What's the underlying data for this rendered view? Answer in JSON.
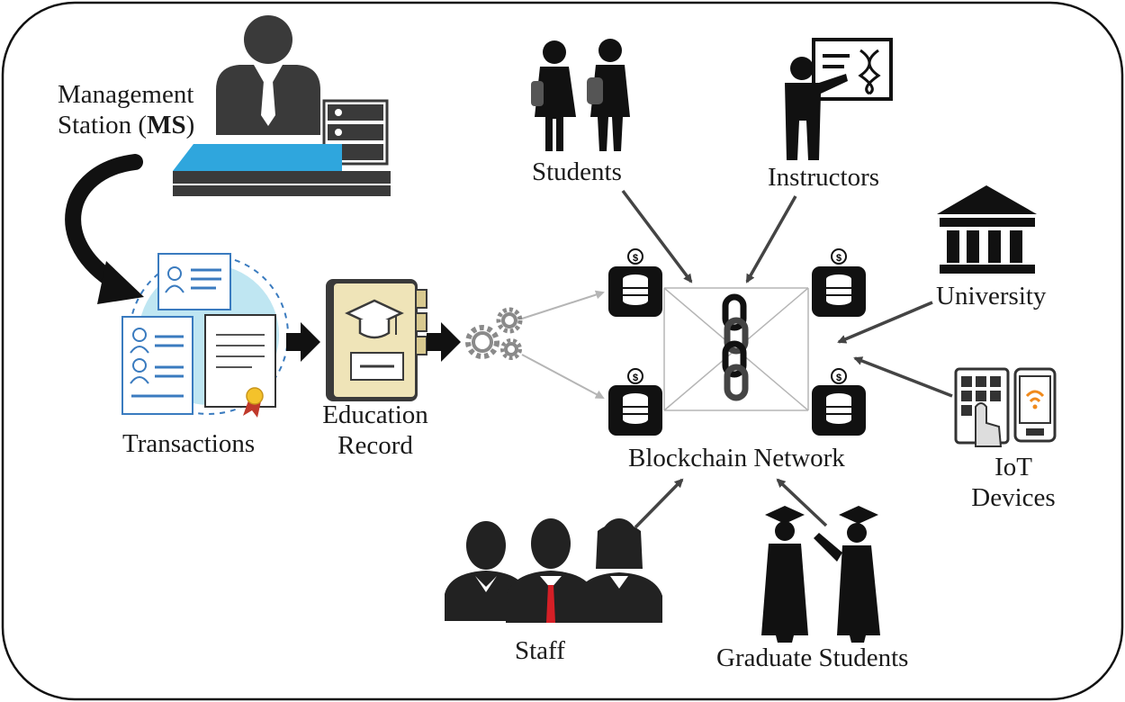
{
  "labels": {
    "management_line1": "Management",
    "management_line2_prefix": "Station (",
    "management_line2_bold": "MS",
    "management_line2_suffix": ")",
    "transactions": "Transactions",
    "education_line1": "Education",
    "education_line2": "Record",
    "students": "Students",
    "instructors": "Instructors",
    "university": "University",
    "iot_line1": "IoT",
    "iot_line2": "Devices",
    "blockchain_network": "Blockchain Network",
    "staff": "Staff",
    "graduate_students": "Graduate Students"
  },
  "icons": {
    "coin_symbol": "$",
    "certificate_seal": "seal",
    "database": "database",
    "chain": "chain-link"
  },
  "colors": {
    "accent_blue": "#2fa6dd",
    "light_blue": "#bfe6f2",
    "doc_blue": "#3a7bbf",
    "record_beige": "#efe4b8",
    "wifi_orange": "#f08a1c",
    "tie_red": "#d51f26",
    "arrow_gray": "#444444",
    "silhouette": "#111111"
  }
}
